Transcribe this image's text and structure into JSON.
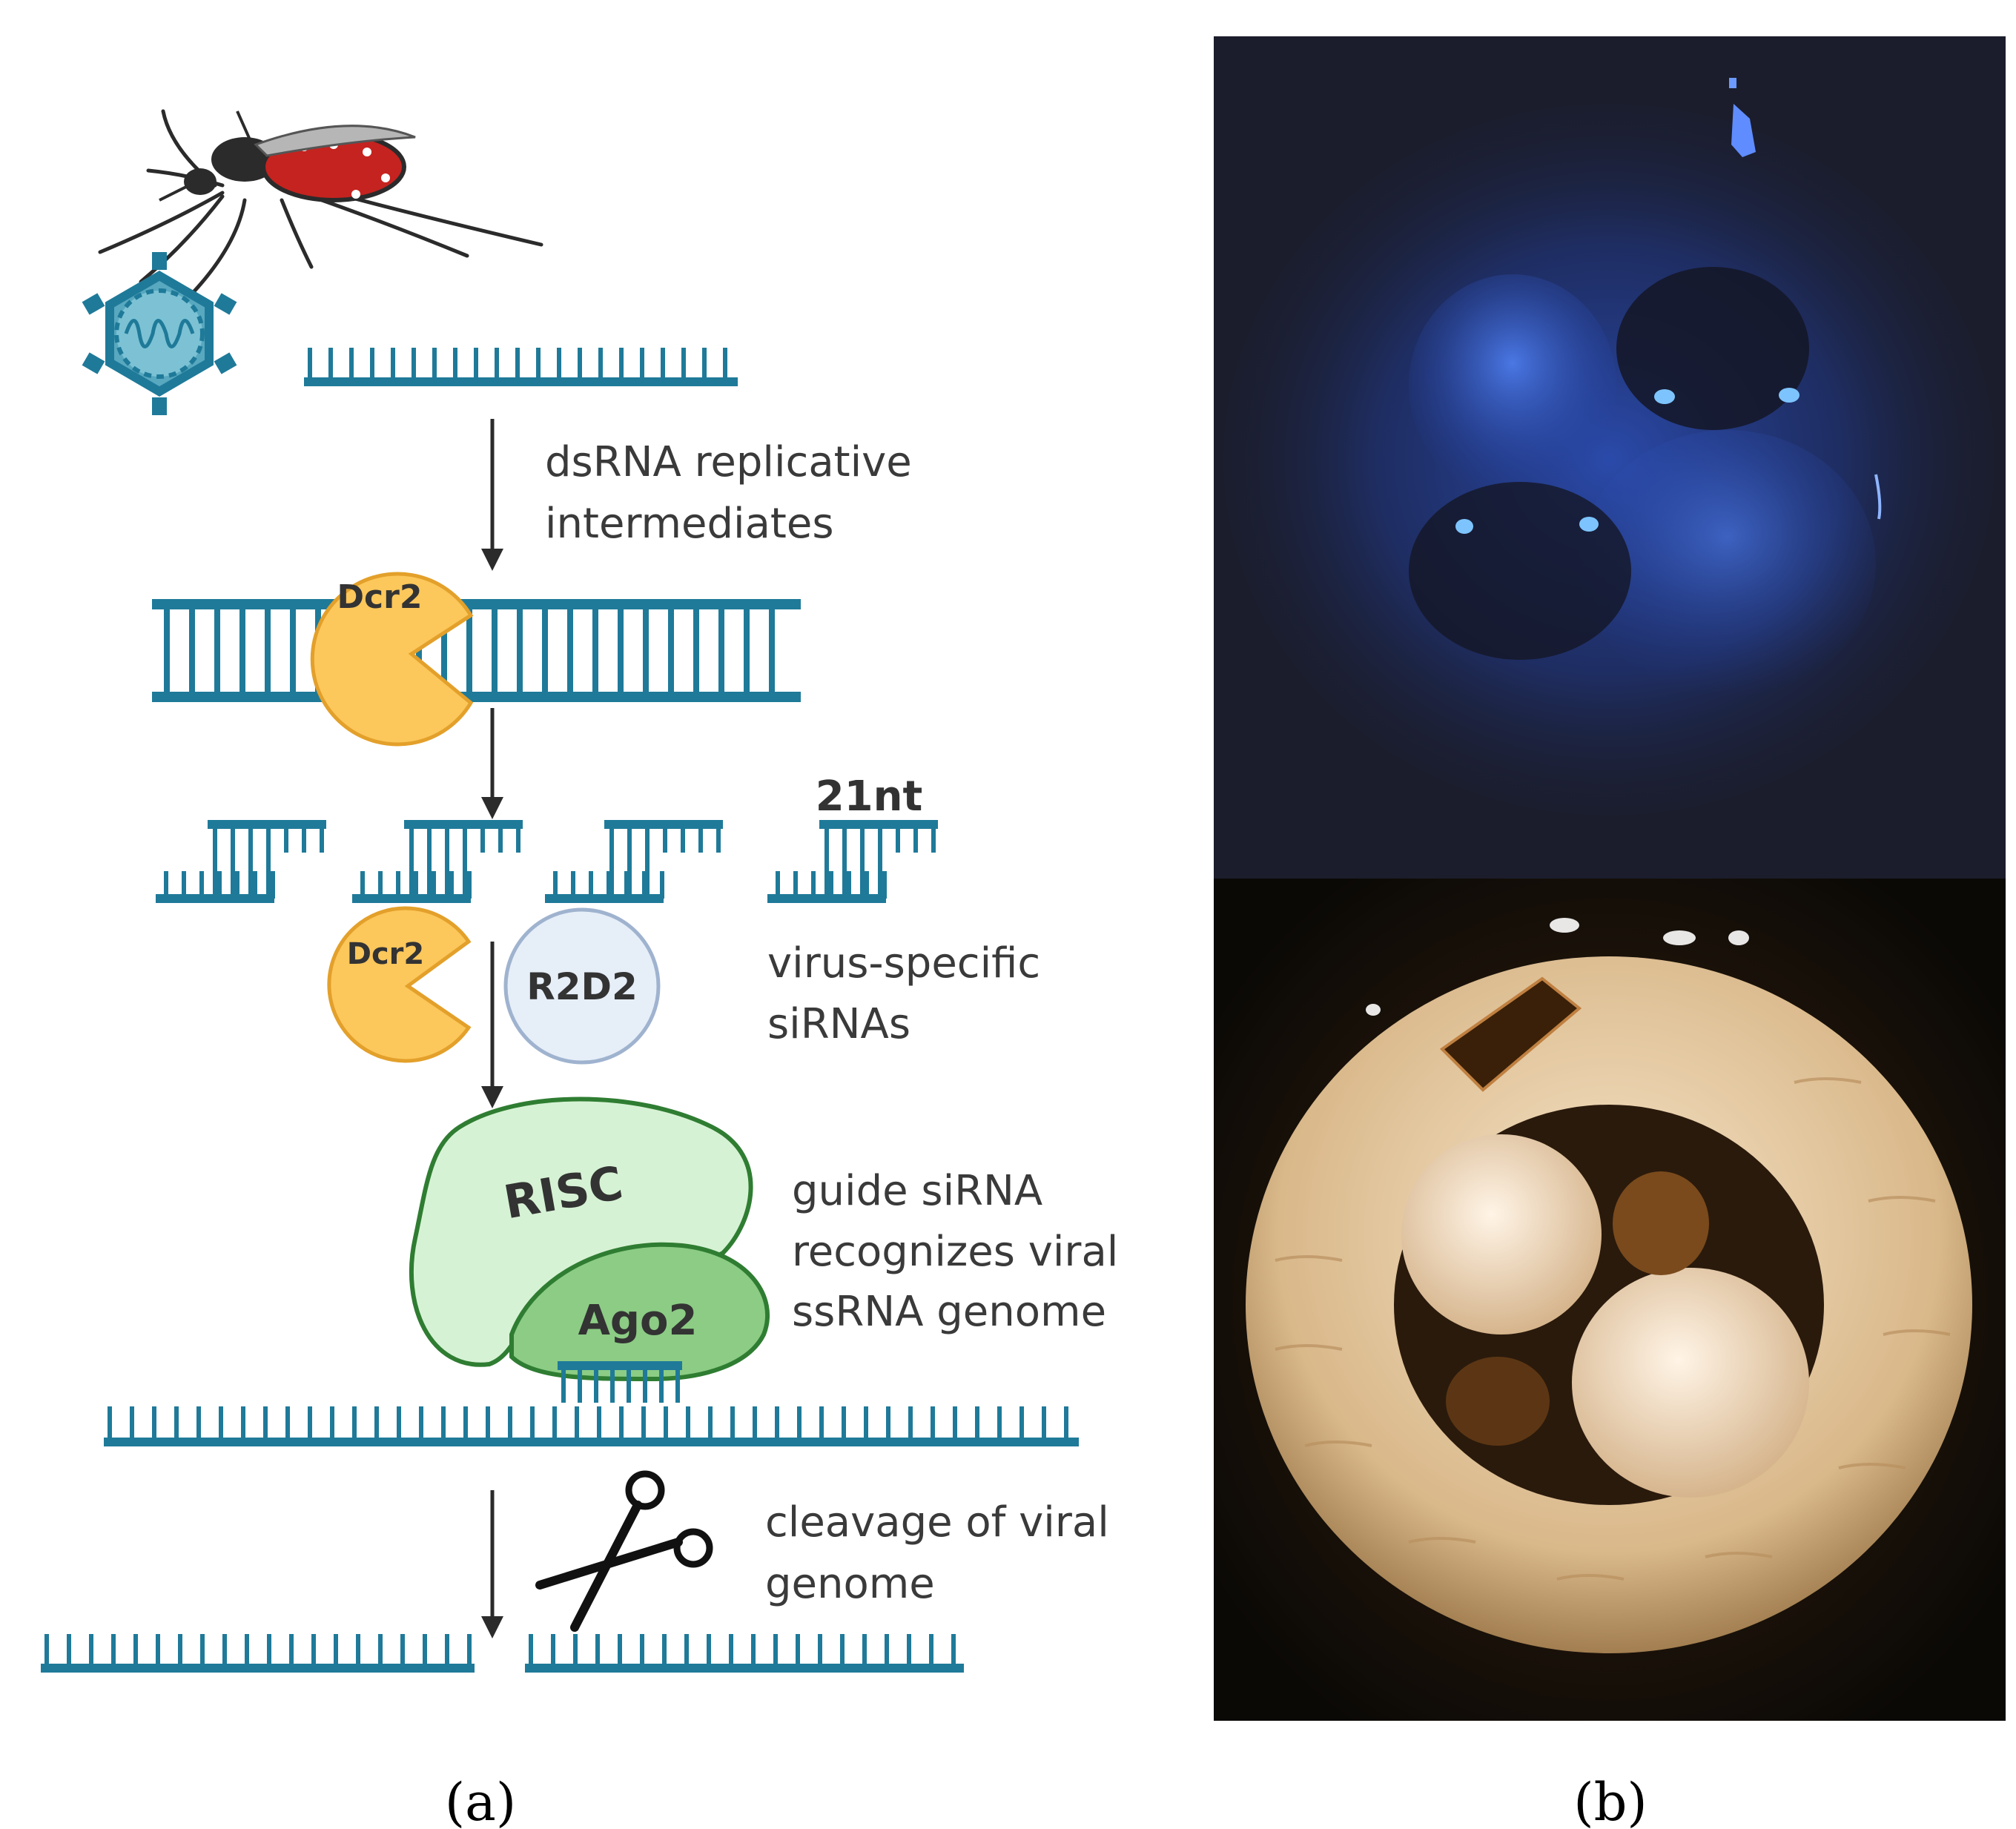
{
  "labels": {
    "dsrna_line1": "dsRNA replicative",
    "dsrna_line2": "intermediates",
    "sirnas_line1": "virus-specific",
    "sirnas_line2": "siRNAs",
    "guide_line1": "guide siRNA",
    "guide_line2": "recognizes viral",
    "guide_line3": "ssRNA genome",
    "cleavage_line1": "cleavage of viral",
    "cleavage_line2": "genome",
    "length_21nt": "21nt"
  },
  "enzymes": {
    "dcr2_top": "Dcr2",
    "dcr2_bottom": "Dcr2",
    "r2d2": "R2D2",
    "risc": "RISC",
    "ago2": "Ago2"
  },
  "captions": {
    "panel_a": "(a)",
    "panel_b": "(b)"
  },
  "colors": {
    "rna": "#1f7a99",
    "dicer_fill": "#fcc75b",
    "dicer_stroke": "#e3a02a",
    "r2d2_fill": "#e6eef8",
    "r2d2_stroke": "#9fb3cf",
    "risc_fill": "#d6f2d4",
    "risc_stroke": "#2f7d32",
    "ago2_fill": "#8ccc85",
    "arrow": "#2b2b2b",
    "fluor_bg": "#1b1d2c",
    "bright_bg": "#0f0d0a"
  },
  "icons": [
    "mosquito-icon",
    "virus-icon",
    "scissors-icon",
    "dicer-pacman-icon"
  ]
}
